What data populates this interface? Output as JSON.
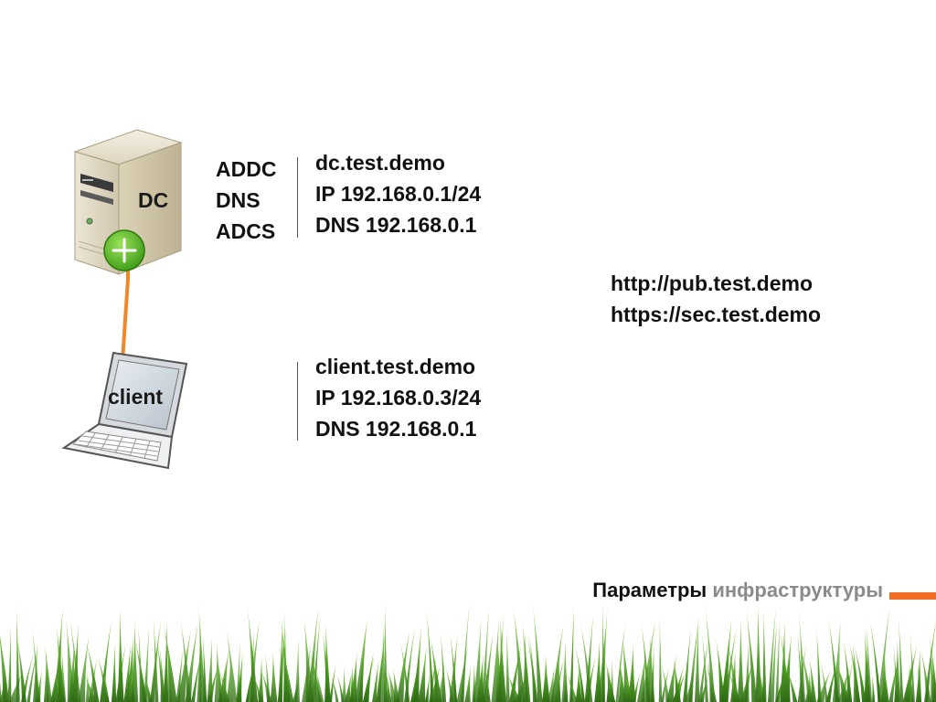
{
  "nodes": {
    "dc": {
      "label": "DC",
      "roles": [
        "ADDC",
        "DNS",
        "ADCS"
      ],
      "details": [
        "dc.test.demo",
        "IP 192.168.0.1/24",
        "DNS 192.168.0.1"
      ],
      "icon": "server-icon"
    },
    "client": {
      "label": "client",
      "details": [
        "client.test.demo",
        "IP 192.168.0.3/24",
        "DNS 192.168.0.1"
      ],
      "icon": "laptop-icon"
    }
  },
  "urls": [
    "http://pub.test.demo",
    "https://sec.test.demo"
  ],
  "footer": {
    "title_part1": "Параметры",
    "title_part2": "инфраструктуры"
  },
  "colors": {
    "accent": "#f26d21",
    "link": "#f0882a",
    "footer_muted": "#8a8a8a",
    "grass": "#5aa82a",
    "plus_badge": "#5cbf2a"
  }
}
